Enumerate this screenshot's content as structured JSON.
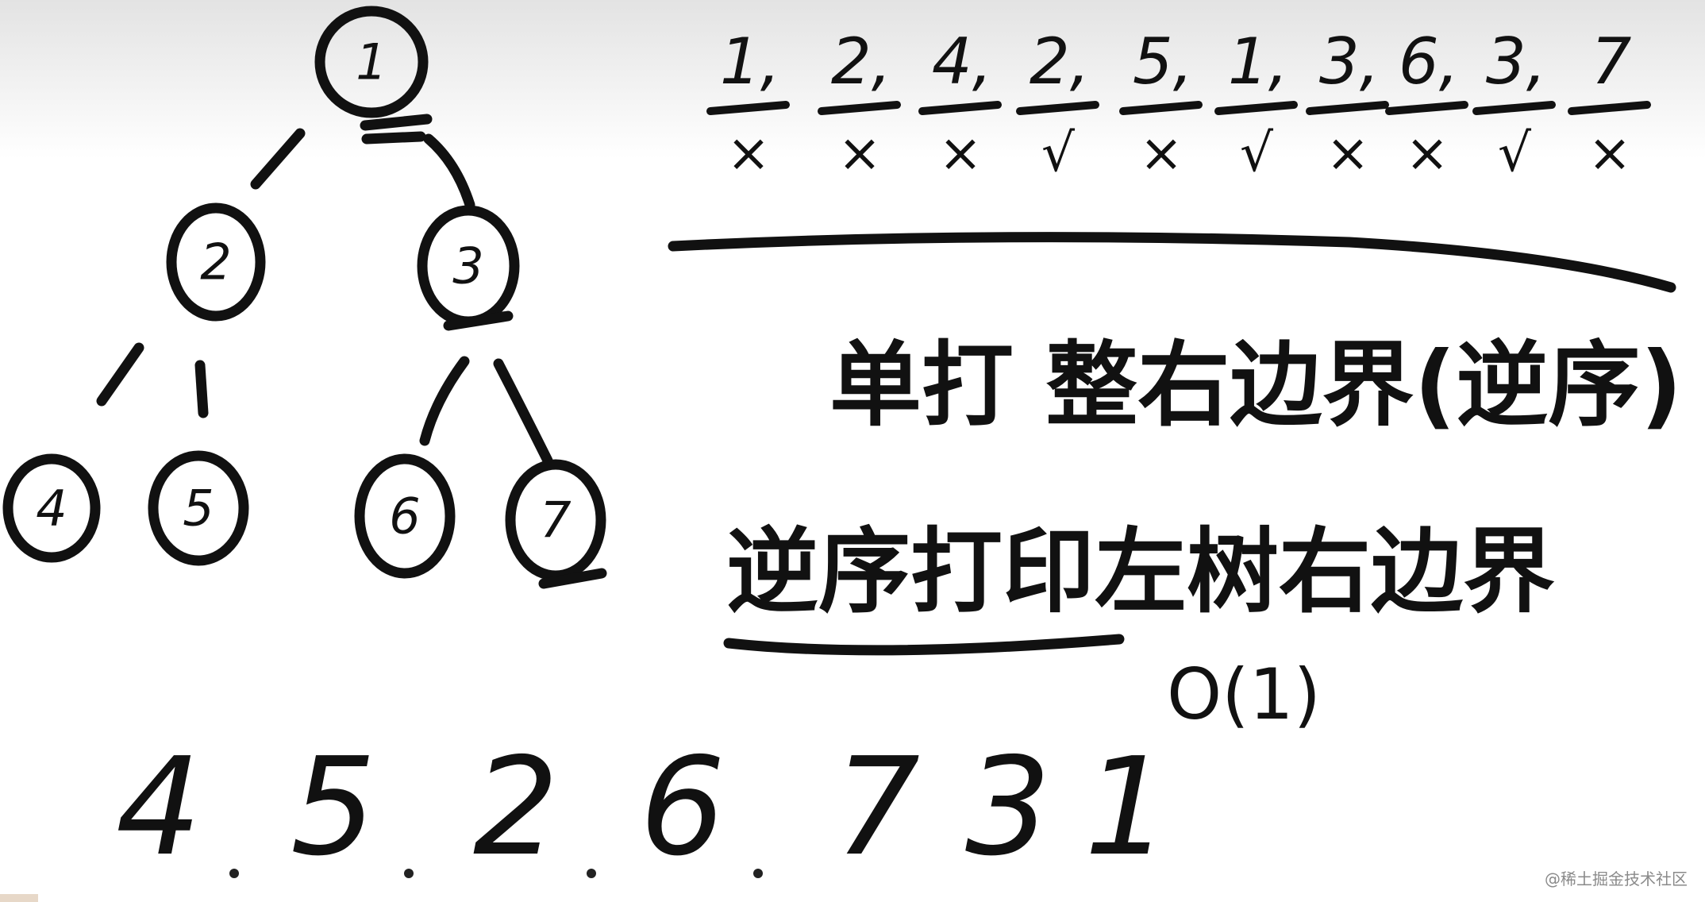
{
  "tree": {
    "nodes": [
      {
        "id": "1",
        "label": "1"
      },
      {
        "id": "2",
        "label": "2"
      },
      {
        "id": "3",
        "label": "3"
      },
      {
        "id": "4",
        "label": "4"
      },
      {
        "id": "5",
        "label": "5"
      },
      {
        "id": "6",
        "label": "6"
      },
      {
        "id": "7",
        "label": "7"
      }
    ],
    "edges": [
      [
        "1",
        "2"
      ],
      [
        "1",
        "3"
      ],
      [
        "2",
        "4"
      ],
      [
        "2",
        "5"
      ],
      [
        "3",
        "6"
      ],
      [
        "3",
        "7"
      ]
    ]
  },
  "morris_sequence": [
    {
      "num": "1,",
      "mark": "×"
    },
    {
      "num": "2,",
      "mark": "×"
    },
    {
      "num": "4,",
      "mark": "×"
    },
    {
      "num": "2,",
      "mark": "√"
    },
    {
      "num": "5,",
      "mark": "×"
    },
    {
      "num": "1,",
      "mark": "√"
    },
    {
      "num": "3,",
      "mark": "×"
    },
    {
      "num": "6,",
      "mark": "×"
    },
    {
      "num": "3,",
      "mark": "√"
    },
    {
      "num": "7",
      "mark": "×"
    }
  ],
  "notes": {
    "line1": "单打 整右边界(逆序)",
    "line2": "逆序打印左树右边界",
    "complexity": "O(1)"
  },
  "postorder": {
    "sequence": [
      "4",
      "5",
      "2",
      "6",
      "7",
      "3",
      "1"
    ]
  },
  "watermark": "@稀土掘金技术社区"
}
